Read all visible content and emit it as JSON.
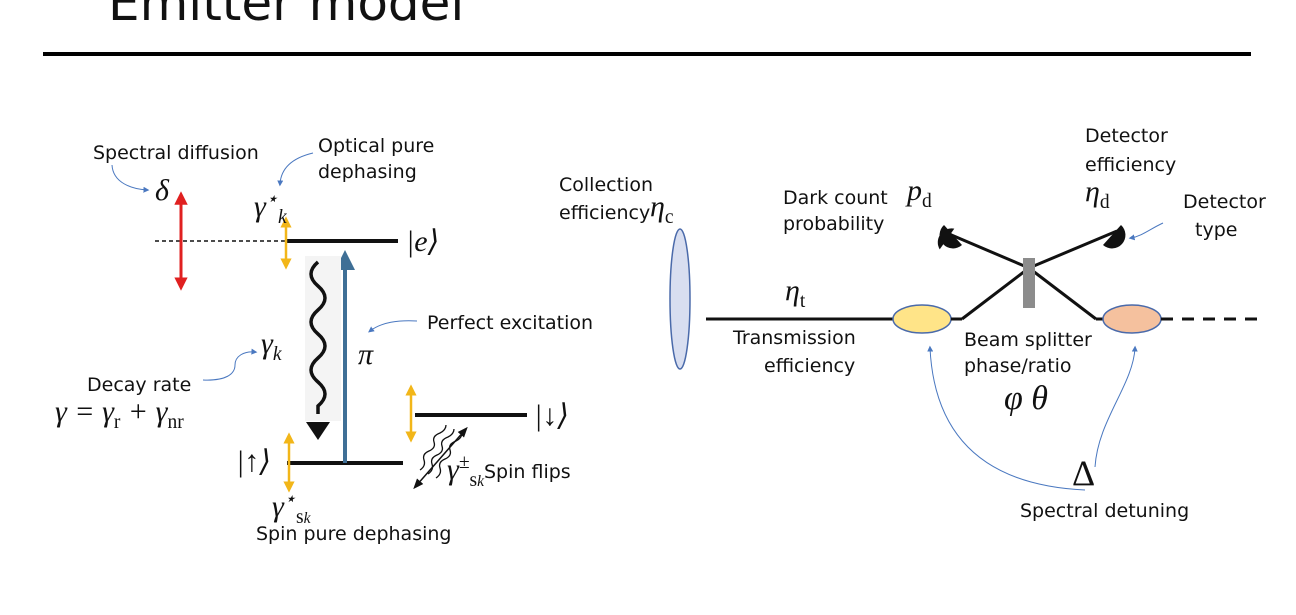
{
  "slide": {
    "title": "Emitter model"
  },
  "emitter": {
    "spectral_diffusion": "Spectral diffusion",
    "optical_pure_dephasing_1": "Optical pure",
    "optical_pure_dephasing_2": "dephasing",
    "perfect_excitation": "Perfect excitation",
    "decay_rate": "Decay rate",
    "spin_flips": "Spin flips",
    "spin_pure_dephasing": "Spin pure dephasing",
    "sym_delta": "δ",
    "sym_gamma": "γ",
    "sym_k": "k",
    "sym_star": "⋆",
    "sym_pi": "π",
    "sym_pm": "±",
    "sym_s": "s",
    "ket_e": "|e⟩",
    "ket_up": "|↑⟩",
    "ket_down": "|↓⟩",
    "decay_eq_lhs": "γ = γ",
    "decay_eq_r": "r",
    "decay_eq_plus": " + γ",
    "decay_eq_nr": "nr"
  },
  "optics": {
    "collection_efficiency_1": "Collection",
    "collection_efficiency_2": "efficiency",
    "transmission_efficiency_1": "Transmission",
    "transmission_efficiency_2": "efficiency",
    "dark_count_1": "Dark count",
    "dark_count_2": "probability",
    "detector_efficiency_1": "Detector",
    "detector_efficiency_2": "efficiency",
    "detector_type_1": "Detector",
    "detector_type_2": "type",
    "beam_splitter_1": "Beam splitter",
    "beam_splitter_2": "phase/ratio",
    "spectral_detuning": "Spectral detuning",
    "sym_eta": "η",
    "sub_c": "c",
    "sub_t": "t",
    "sub_d": "d",
    "sym_p": "p",
    "sym_phi_theta": "φ θ",
    "sym_Delta": "Δ"
  },
  "colors": {
    "red_arrow": "#e02020",
    "yellow_arrow": "#f2b619",
    "blue_arrow": "#3f6f96",
    "callout_arrow": "#4a78c0",
    "lens_fill": "#d8def0",
    "lens_stroke": "#4a6aaa",
    "yellow_ellipse": "#ffe488",
    "orange_ellipse": "#f5c19e",
    "beamsplitter": "#8c8c8c"
  }
}
